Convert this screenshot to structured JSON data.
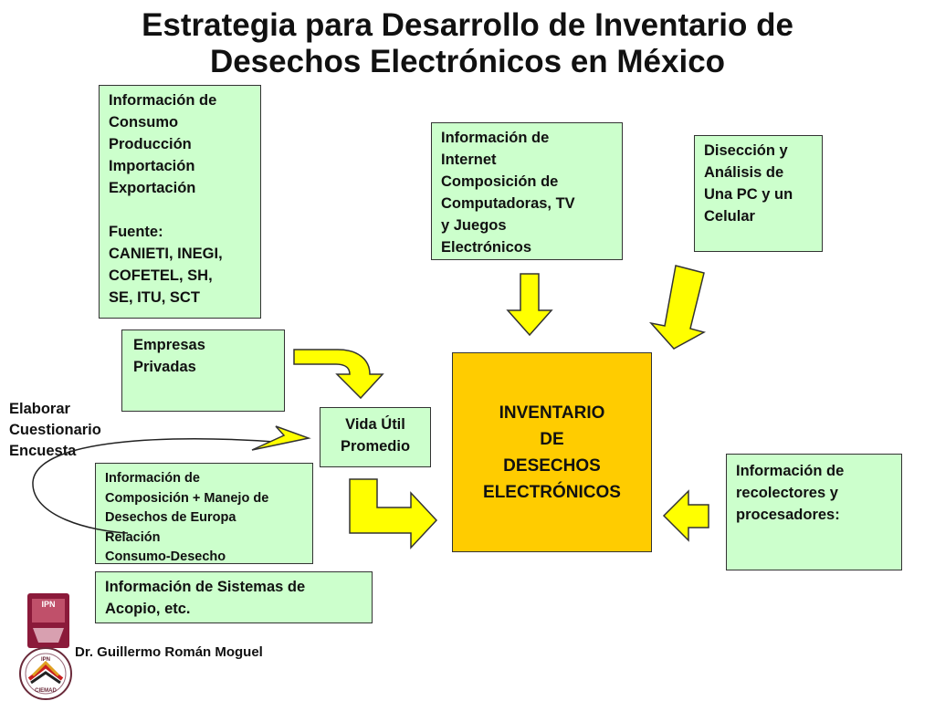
{
  "title": "Estrategia para Desarrollo de Inventario de\nDesechos Electrónicos en México",
  "nodes": {
    "consumo": "Información de\nConsumo\nProducción\nImportación\nExportación\n\nFuente:\nCANIETI, INEGI,\nCOFETEL, SH,\nSE, ITU, SCT",
    "internet": "Información de\nInternet\nComposición de\nComputadoras, TV\ny Juegos\nElectrónicos",
    "diseccion": "Disección y\nAnálisis de\nUna PC y un\nCelular",
    "empresas": "Empresas\nPrivadas",
    "vida_util": "Vida Útil\nPromedio",
    "inventario": "INVENTARIO\nDE\nDESECHOS\nELECTRÓNICOS",
    "europa": "Información de\nComposición + Manejo de\nDesechos de Europa\nRelación\nConsumo-Desecho",
    "recolectores": "Información de\nrecolectores y\nprocesadores:",
    "acopio": "Información de Sistemas de\nAcopio, etc."
  },
  "cuestionario_label": "Elaborar\nCuestionario\nEncuesta",
  "credit": "Dr. Guillermo Román Moguel",
  "logos": {
    "ipn": "IPN",
    "ciemad": "CIEMAD"
  },
  "colors": {
    "box_fill": "#ccffcc",
    "center_fill": "#ffcc00",
    "arrow_fill": "#ffff00"
  }
}
